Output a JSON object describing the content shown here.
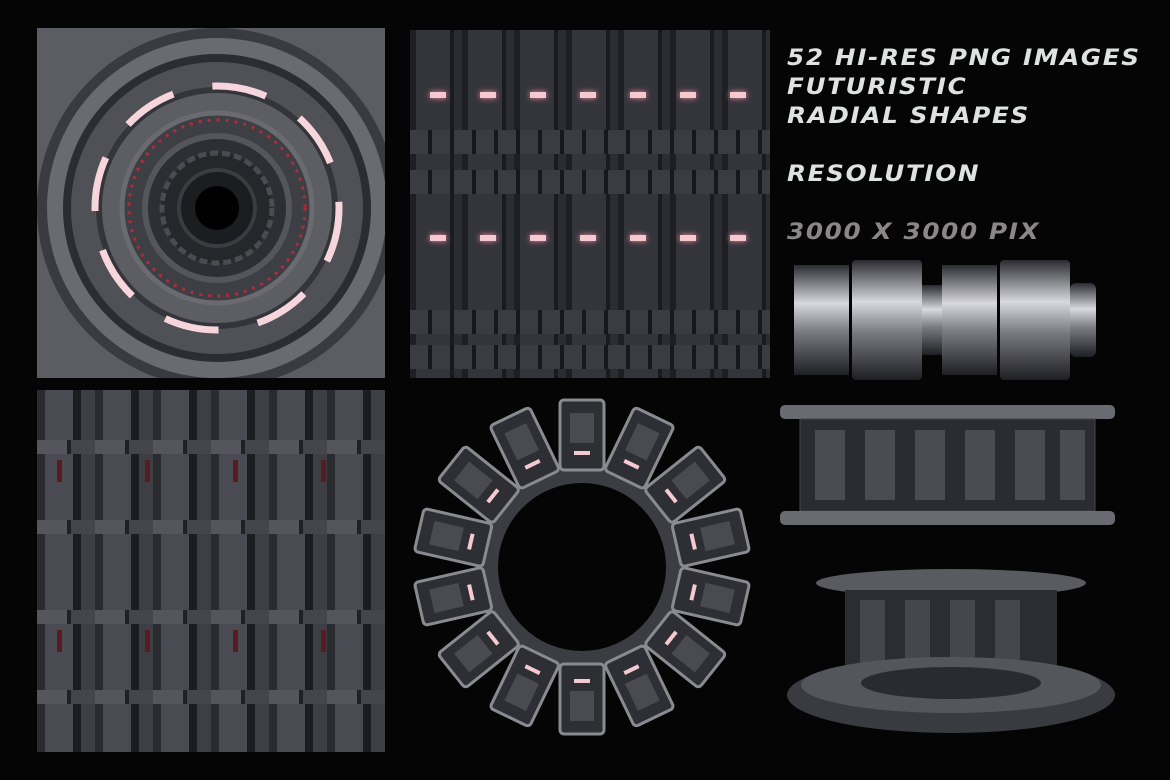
{
  "headline": {
    "line1": "52 HI-RES PNG IMAGES",
    "line2": "FUTURISTIC",
    "line3": "RADIAL SHAPES"
  },
  "resolution": {
    "label": "RESOLUTION",
    "value": "3000 X 3000 PIX"
  },
  "colors": {
    "background": "#050505",
    "text": "#dfe3e0",
    "text_muted": "#8b8687",
    "glow": "#f5c9d2",
    "metal": "#5a5b5f"
  }
}
